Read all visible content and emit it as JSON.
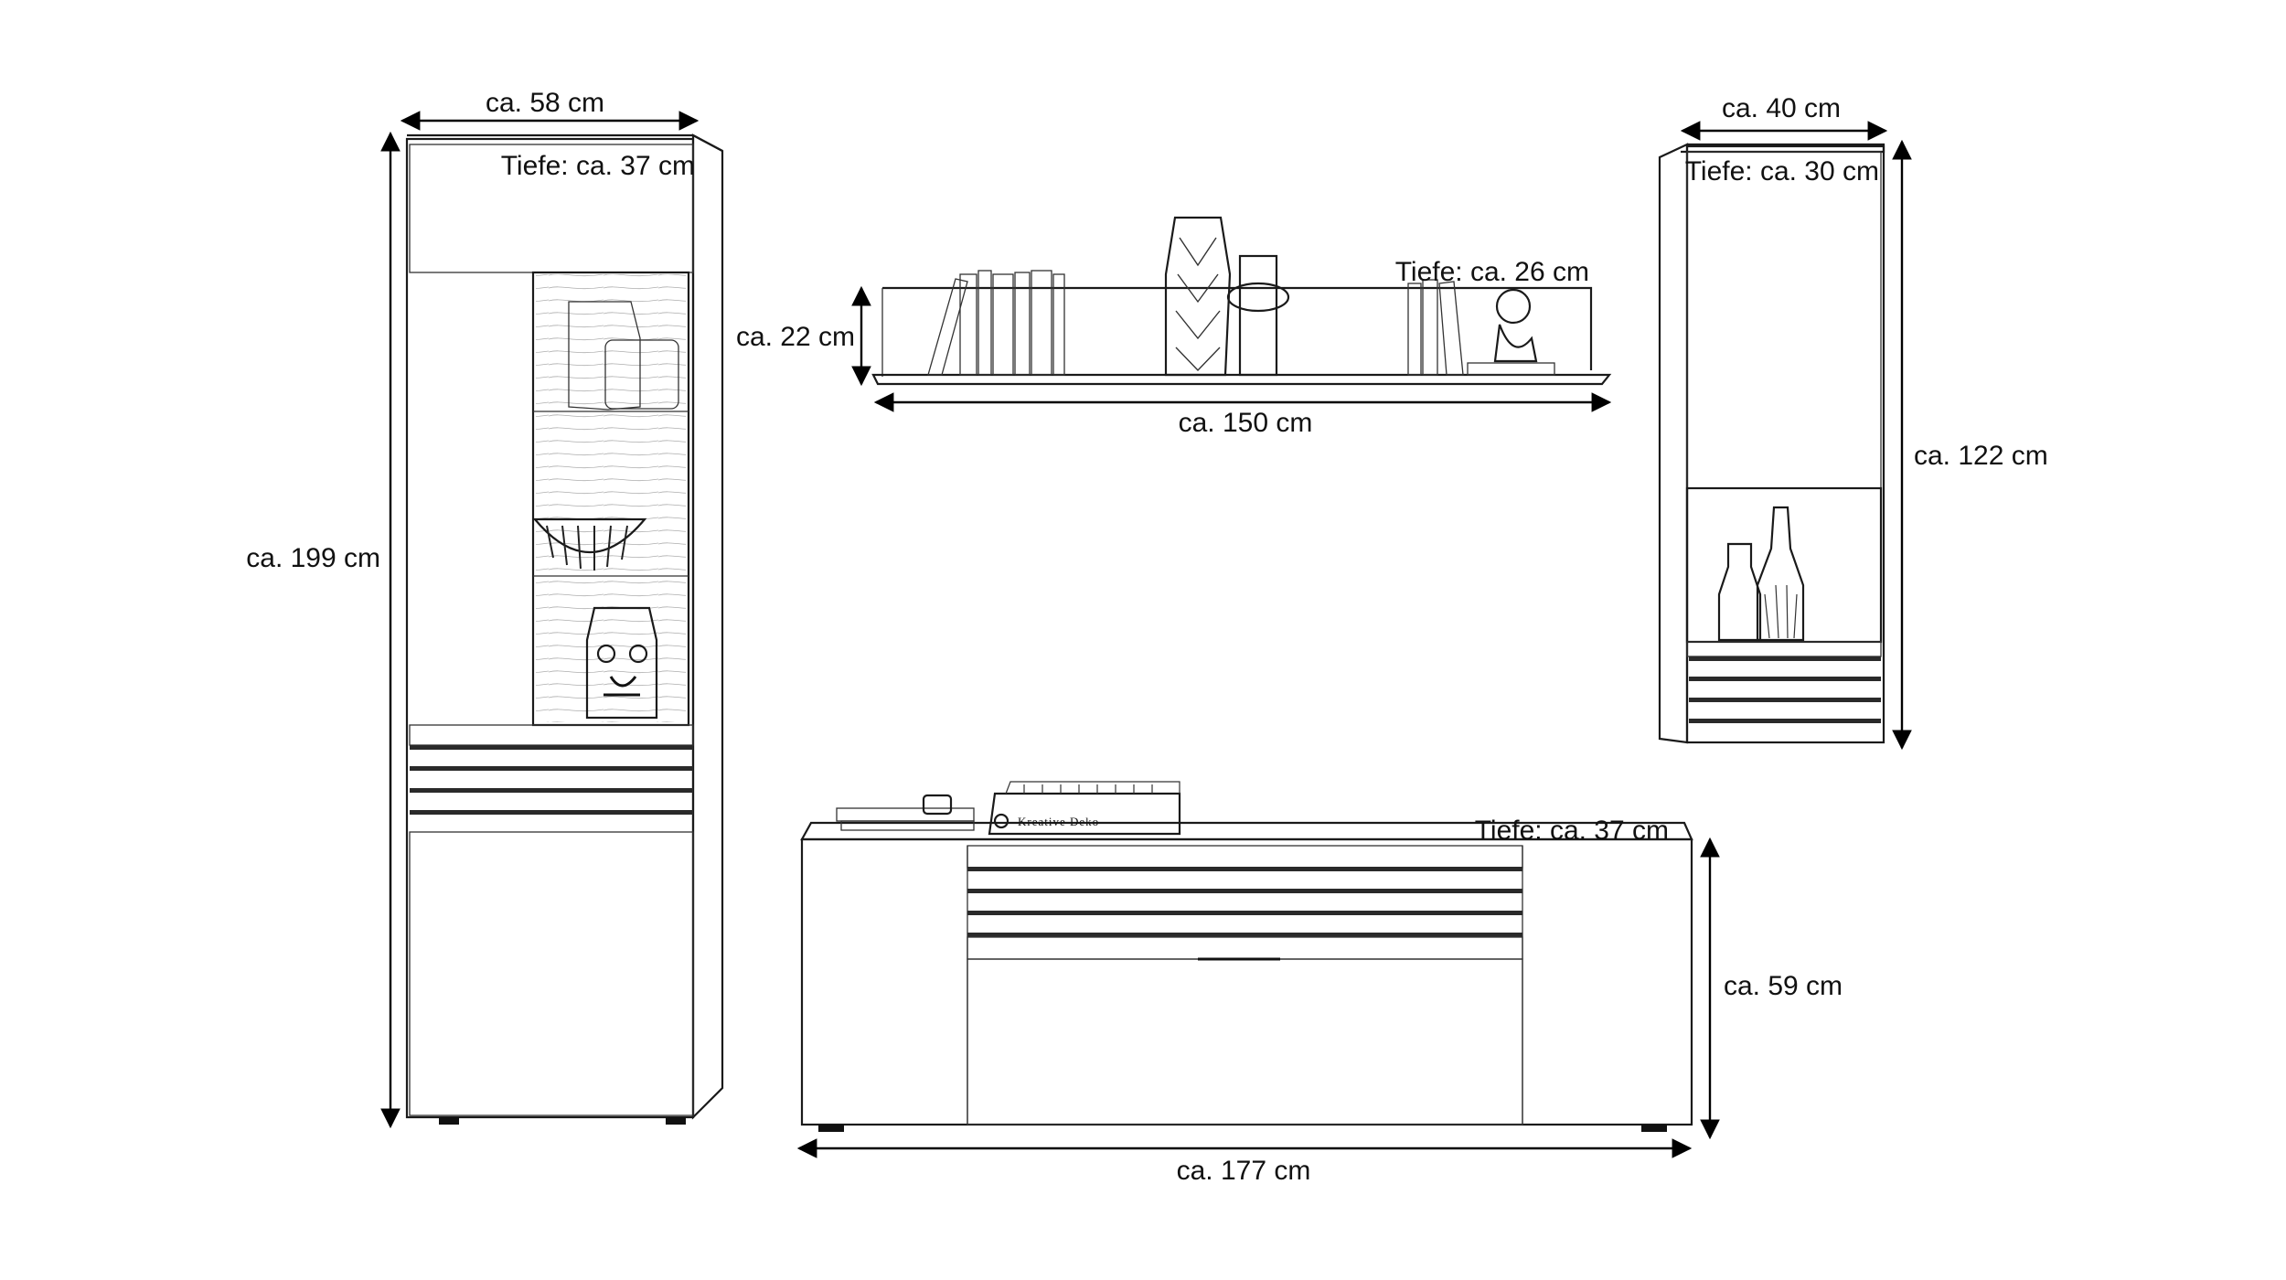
{
  "dimensions": {
    "vitrine_width": "ca. 58 cm",
    "vitrine_depth": "Tiefe: ca. 37 cm",
    "vitrine_height": "ca. 199 cm",
    "shelf_height": "ca. 22 cm",
    "shelf_depth": "Tiefe: ca. 26 cm",
    "shelf_width": "ca. 150 cm",
    "hanging_width": "ca. 40 cm",
    "hanging_depth": "Tiefe: ca. 30 cm",
    "hanging_height": "ca. 122 cm",
    "lowboard_depth": "Tiefe: ca. 37 cm",
    "lowboard_height": "ca. 59 cm",
    "lowboard_width": "ca. 177 cm"
  },
  "decor": {
    "book_title": "Kreative Deko"
  },
  "colors": {
    "line": "#1a1a1a",
    "background": "#ffffff",
    "wood_grain": "#555555"
  }
}
